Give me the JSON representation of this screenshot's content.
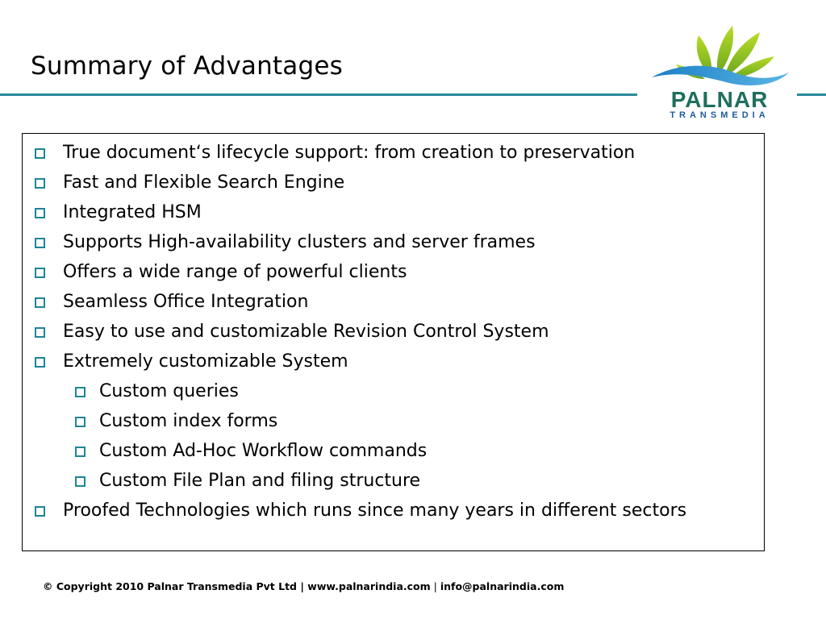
{
  "slide": {
    "title": "Summary of Advantages"
  },
  "logo": {
    "name": "PALNAR",
    "sub": "TRANSMEDIA",
    "colors": {
      "leaf_dark": "#6aa51e",
      "leaf_light": "#b8dc28",
      "wave": "#1a7fc4",
      "name": "#1e6f5c",
      "sub": "#1d5a9e"
    }
  },
  "colors": {
    "accent_rule": "#2b8a9a",
    "bullet": "#1f8497"
  },
  "bullets": [
    {
      "text": "True document‘s lifecycle support: from creation to preservation",
      "level": 1
    },
    {
      "text": "Fast and Flexible Search Engine",
      "level": 1
    },
    {
      "text": "Integrated HSM",
      "level": 1
    },
    {
      "text": "Supports High-availability clusters and server frames",
      "level": 1
    },
    {
      "text": "Offers a wide range of powerful clients",
      "level": 1
    },
    {
      "text": "Seamless Office Integration",
      "level": 1
    },
    {
      "text": "Easy to use and customizable Revision Control System",
      "level": 1
    },
    {
      "text": "Extremely customizable System",
      "level": 1
    },
    {
      "text": "Custom queries",
      "level": 2
    },
    {
      "text": "Custom index forms",
      "level": 2
    },
    {
      "text": "Custom Ad-Hoc Workflow commands",
      "level": 2
    },
    {
      "text": "Custom File Plan and filing structure",
      "level": 2
    },
    {
      "text": "Proofed Technologies which runs since many years in different sectors",
      "level": 1
    }
  ],
  "footer": {
    "part1": "© Copyright 2010 Palnar Transmedia Pvt Ltd | www.palnarindia.com",
    "part2": " | ",
    "part3": "info@palnarindia.com"
  }
}
